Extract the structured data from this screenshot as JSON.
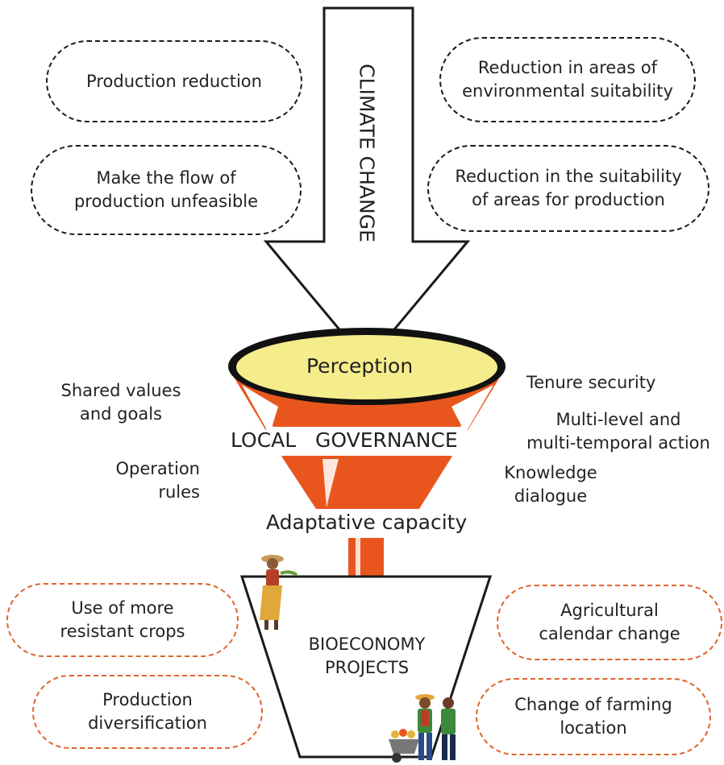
{
  "arrow": {
    "label": "CLIMATE CHANGE"
  },
  "impacts": [
    {
      "lines": [
        "Production reduction"
      ]
    },
    {
      "lines": [
        "Make the flow of",
        "production unfeasible"
      ]
    },
    {
      "lines": [
        "Reduction in areas of",
        "environmental suitability"
      ]
    },
    {
      "lines": [
        "Reduction in the suitability",
        "of areas for production"
      ]
    }
  ],
  "funnel": {
    "top": "Perception",
    "middle": "LOCAL   GOVERNANCE",
    "bottom": "Adaptative capacity"
  },
  "governance_left": [
    {
      "lines": [
        "Shared values",
        "and goals"
      ]
    },
    {
      "lines": [
        "Operation",
        "rules"
      ]
    }
  ],
  "governance_right": [
    {
      "lines": [
        "Tenure security"
      ]
    },
    {
      "lines": [
        "Multi-level and",
        "multi-temporal action"
      ]
    },
    {
      "lines": [
        "Knowledge",
        "dialogue"
      ]
    }
  ],
  "bucket": {
    "lines": [
      "BIOECONOMY",
      "PROJECTS"
    ]
  },
  "actions": [
    {
      "lines": [
        "Use of more",
        "resistant crops"
      ]
    },
    {
      "lines": [
        "Production",
        "diversification"
      ]
    },
    {
      "lines": [
        "Agricultural",
        "calendar change"
      ]
    },
    {
      "lines": [
        "Change of farming",
        "location"
      ]
    }
  ],
  "colors": {
    "funnel_orange": "#e8561e",
    "perception_yellow": "#f5ec8c",
    "action_border": "#e0632a",
    "impact_border": "#1a1a1a"
  }
}
